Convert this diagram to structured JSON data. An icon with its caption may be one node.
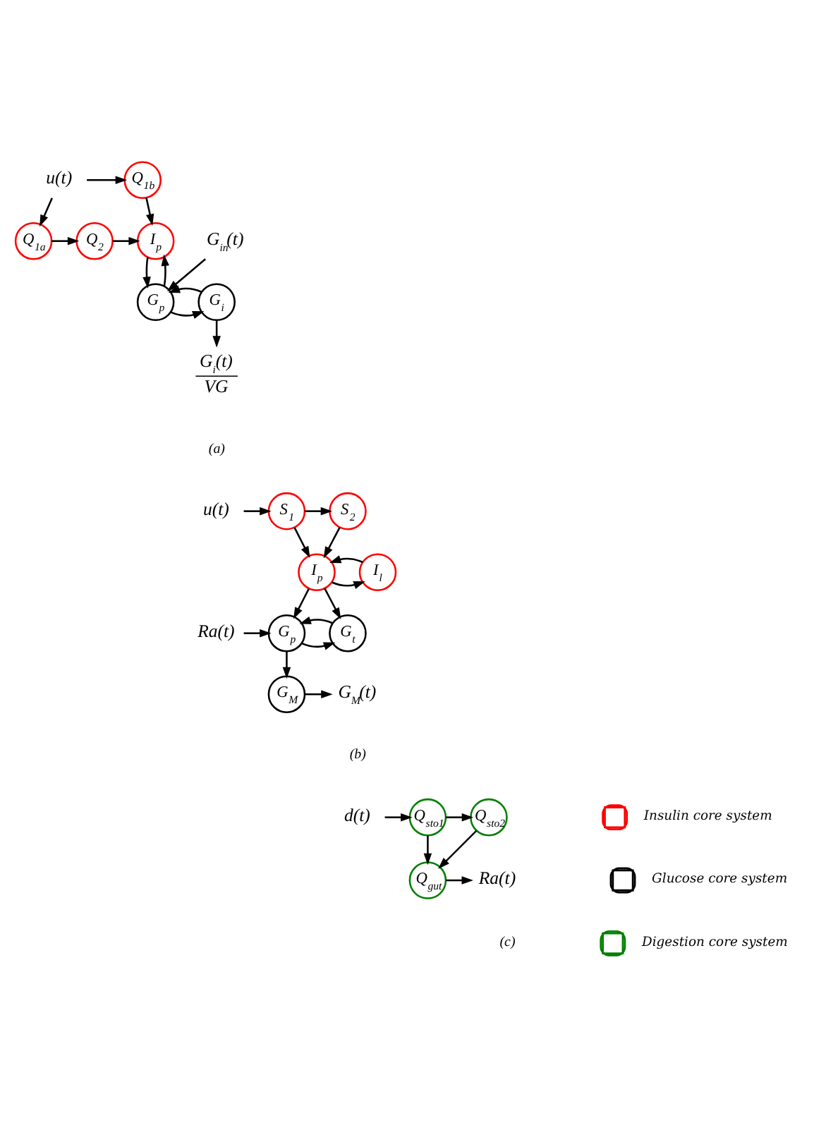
{
  "diagram": {
    "nodes": [
      {
        "text": [
          "Q$_{1a}$"
        ]
      },
      {
        "text": [
          "Q$_{2}$"
        ]
      },
      {
        "text": [
          "I$_{p}$"
        ]
      },
      {
        "text": [
          "u(t)"
        ]
      },
      {
        "text": [
          "Q$_{1b}$"
        ]
      },
      {
        "text": [
          "G$_{p}$"
        ]
      },
      {
        "text": [
          "G$_{i}$"
        ]
      },
      {
        "text": [
          "G$_{in}$(t)"
        ]
      },
      {
        "text": [
          "G$_{i}$(t)",
          "VG"
        ]
      },
      {
        "text": [
          "u(t)"
        ]
      },
      {
        "text": [
          "S$_{1}$"
        ]
      },
      {
        "text": [
          "S$_{2}$"
        ]
      },
      {
        "text": [
          "I$_{p}$"
        ]
      },
      {
        "text": [
          "I$_{l}$"
        ]
      },
      {
        "text": [
          "Ra(t)"
        ]
      },
      {
        "text": [
          "G$_{p}$"
        ]
      },
      {
        "text": [
          "G$_{t}$"
        ]
      },
      {
        "text": [
          "G$_{M}$"
        ]
      },
      {
        "text": [
          "G$_{M}$(t)"
        ]
      },
      {
        "text": [
          "Q$_{sto1}$"
        ]
      },
      {
        "text": [
          "Q$_{sto2}$"
        ]
      },
      {
        "text": [
          "d(t)"
        ]
      },
      {
        "text": [
          "Q$_{gut}$"
        ]
      },
      {
        "text": [
          "Ra(t)"
        ]
      }
    ],
    "edges": [
      {
        "from": 3,
        "to": 0,
        "arrow": "to"
      },
      {
        "from": 0,
        "to": 1,
        "arrow": "to"
      },
      {
        "from": 1,
        "to": 2,
        "arrow": "to"
      },
      {
        "from": 3,
        "to": 4,
        "arrow": "to"
      },
      {
        "from": 4,
        "to": 2,
        "arrow": "to"
      },
      {
        "from": 2,
        "to": 5,
        "arrow": "to"
      },
      {
        "from": 5,
        "to": 2,
        "arrow": "to"
      },
      {
        "from": 5,
        "to": 6,
        "arrow": "to"
      },
      {
        "from": 6,
        "to": 5,
        "arrow": "to"
      },
      {
        "from": 7,
        "to": 5,
        "arrow": "to"
      },
      {
        "from": 6,
        "to": 8,
        "arrow": "to"
      },
      {
        "from": 9,
        "to": 10,
        "arrow": "to"
      },
      {
        "from": 10,
        "to": 11,
        "arrow": "to"
      },
      {
        "from": 10,
        "to": 12,
        "arrow": "to"
      },
      {
        "from": 11,
        "to": 12,
        "arrow": "to"
      },
      {
        "from": 12,
        "to": 13,
        "arrow": "to"
      },
      {
        "from": 13,
        "to": 12,
        "arrow": "to"
      },
      {
        "from": 12,
        "to": 15,
        "arrow": "to"
      },
      {
        "from": 12,
        "to": 16,
        "arrow": "to"
      },
      {
        "from": 14,
        "to": 15,
        "arrow": "to"
      },
      {
        "from": 15,
        "to": 16,
        "arrow": "to"
      },
      {
        "from": 16,
        "to": 15,
        "arrow": "to"
      },
      {
        "from": 15,
        "to": 17,
        "arrow": "to"
      },
      {
        "from": 17,
        "to": 18,
        "arrow": "to"
      },
      {
        "from": 21,
        "to": 19,
        "arrow": "to"
      },
      {
        "from": 19,
        "to": 20,
        "arrow": "to"
      },
      {
        "from": 19,
        "to": 22,
        "arrow": "to"
      },
      {
        "from": 20,
        "to": 22,
        "arrow": "to"
      },
      {
        "from": 22,
        "to": 23,
        "arrow": "to"
      }
    ],
    "labels": [
      "(a)",
      "(b)",
      "(c)"
    ],
    "legend": [
      {
        "text": "Insulin core system",
        "color": "#ff0000"
      },
      {
        "text": "Glucose core system",
        "color": "#000000"
      },
      {
        "text": "Digestion core system",
        "color": "#008000"
      }
    ]
  }
}
